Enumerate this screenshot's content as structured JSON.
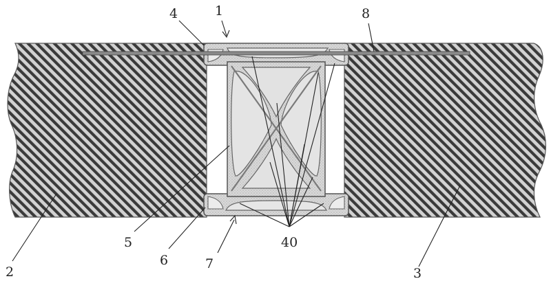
{
  "figure": {
    "labels": {
      "joint": "1",
      "left_panel": "2",
      "right_panel": "3",
      "top_flange": "4",
      "web": "5",
      "bottom_flange": "6",
      "bottom_face": "7",
      "strip": "8",
      "fibers": "40"
    }
  },
  "colors": {
    "hatch_line": "#3a3a3a",
    "panel_bg": "#d2d2d2",
    "joint_fill": "#d6d6d6",
    "core_fill": "#c9c9c9",
    "outline": "#555555",
    "leader": "#222222"
  }
}
